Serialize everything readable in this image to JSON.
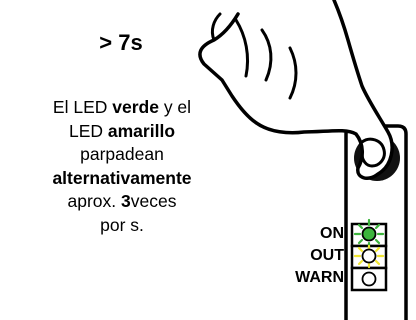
{
  "instruction": {
    "duration": "> 7s",
    "line1_a": "El LED ",
    "line1_b": "verde",
    "line1_c": " y el",
    "line2_a": "LED ",
    "line2_b": "amarillo",
    "line3": "parpadean",
    "line4": "alternativamente",
    "line5_a": "aprox. ",
    "line5_b": "3",
    "line5_c": "veces",
    "line6": "por s."
  },
  "device": {
    "button_icon": "t-button-icon",
    "leds": [
      {
        "label": "ON",
        "state": "on",
        "color": "#3cb43c"
      },
      {
        "label": "OUT",
        "state": "on",
        "color": "#f0e630"
      },
      {
        "label": "WARN",
        "state": "off",
        "color": "#ffffff"
      }
    ]
  }
}
